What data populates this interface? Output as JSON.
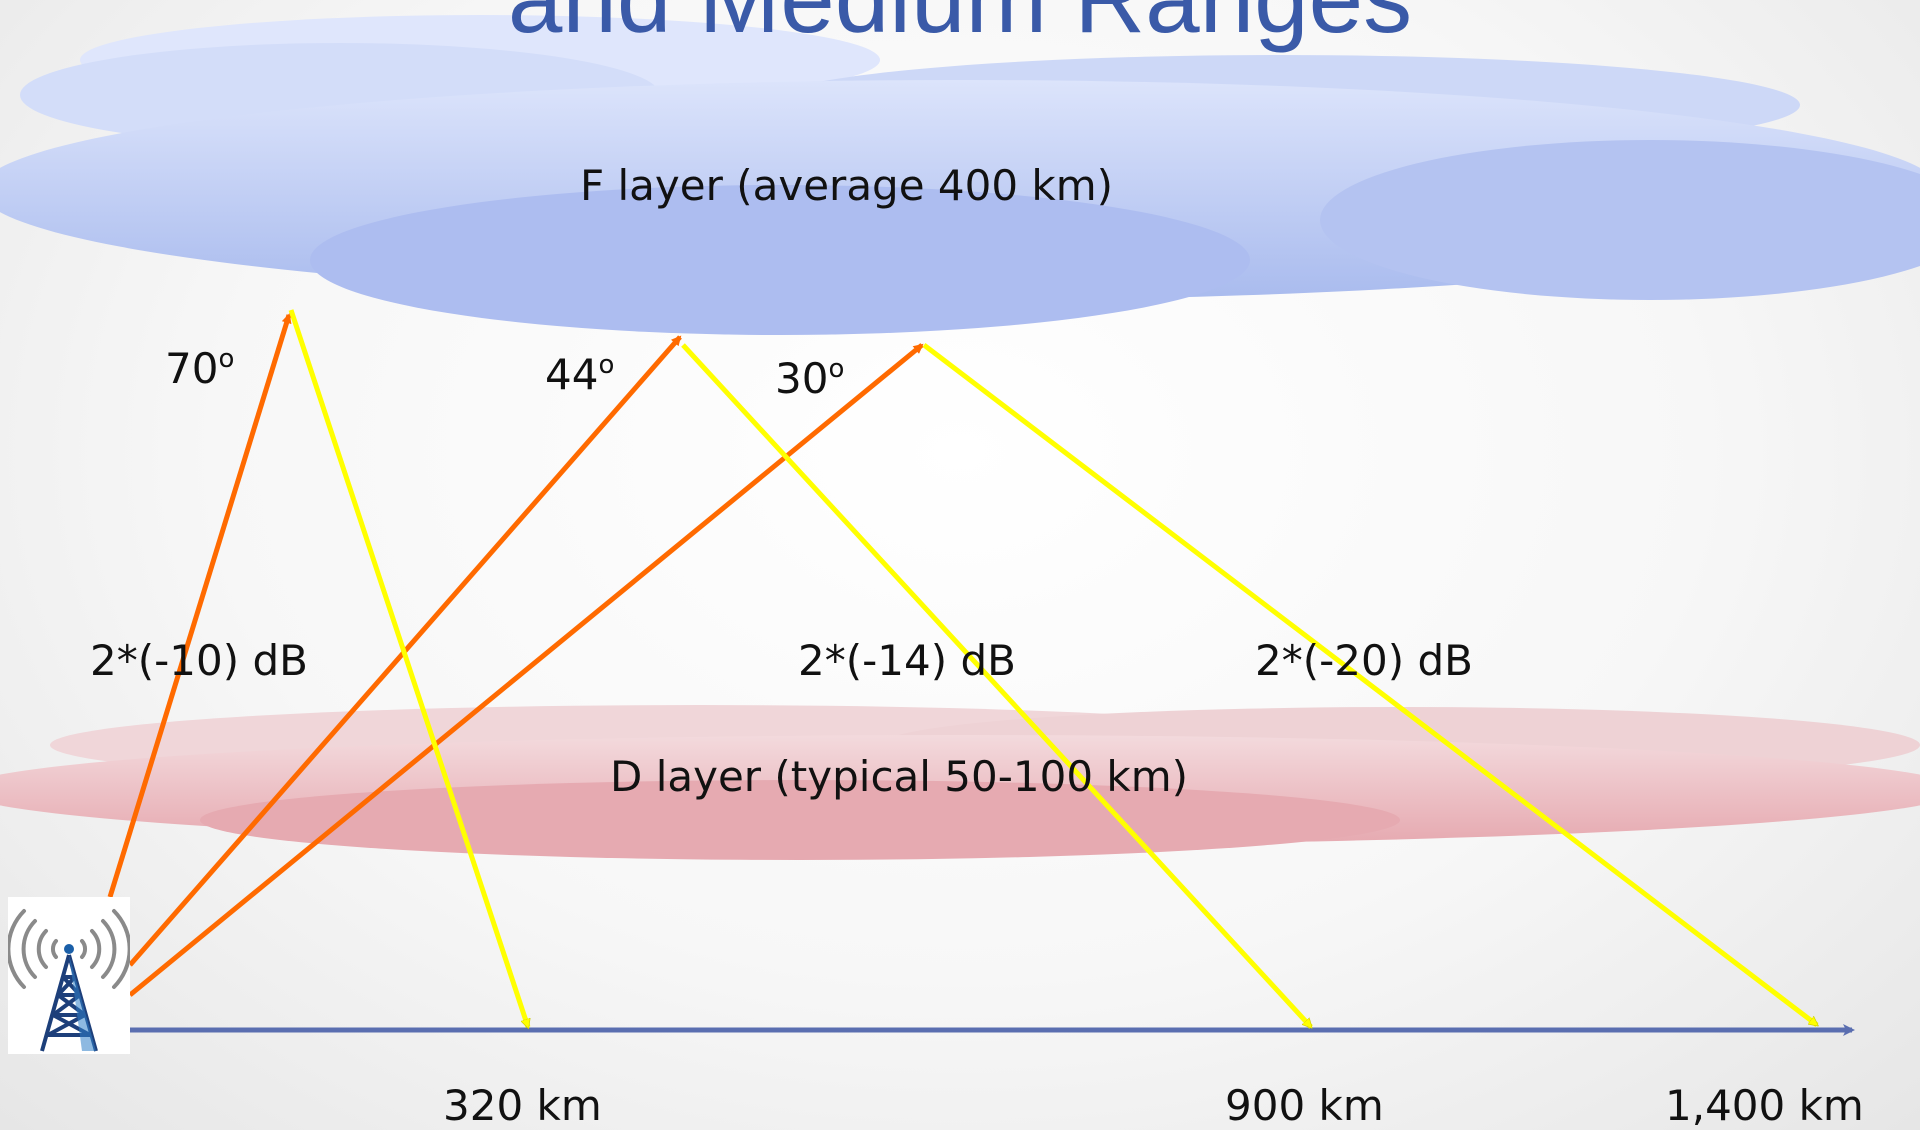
{
  "title": "and Medium Ranges",
  "layers": {
    "f_layer": "F layer (average 400 km)",
    "d_layer": "D layer (typical 50-100 km)"
  },
  "angles": [
    {
      "value": "70",
      "unit": "o"
    },
    {
      "value": "44",
      "unit": "o"
    },
    {
      "value": "30",
      "unit": "o"
    }
  ],
  "losses": [
    "2*(-10) dB",
    "2*(-14) dB",
    "2*(-20) dB"
  ],
  "distances": [
    "320 km",
    "900 km",
    "1,400 km"
  ],
  "colors": {
    "f_layer_cloud": "#b3c3f0",
    "d_layer_cloud": "#eab5bb",
    "incident_ray": "#ff6a00",
    "reflected_ray": "#ffff00",
    "ground_axis": "#5a6eb0",
    "title": "#3a5aa8"
  },
  "icons": {
    "transmitter": "radio-tower-icon"
  }
}
